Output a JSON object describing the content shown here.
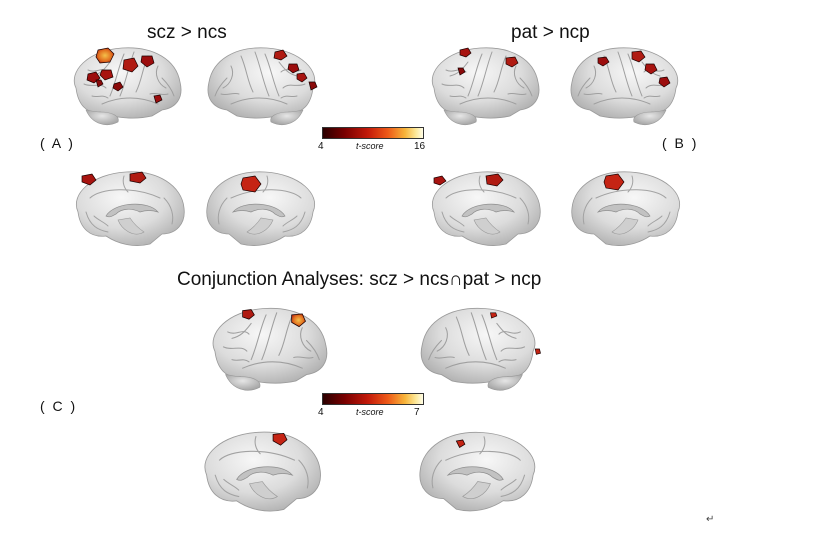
{
  "titles": {
    "a": "scz > ncs",
    "b": "pat > ncp",
    "c": "Conjunction Analyses: scz > ncs∩pat > ncp"
  },
  "panels": {
    "a": "( A )",
    "b": "( B )",
    "c": "( C )"
  },
  "colorbars": {
    "top": {
      "min": "4",
      "max": "16",
      "label": "t-score"
    },
    "bottom": {
      "min": "4",
      "max": "7",
      "label": "t-score"
    }
  },
  "paragraph_mark": "↵",
  "colors": {
    "cortex": "#d6d6d6",
    "activation_low": "#8b0a0a",
    "activation_mid": "#d8321a",
    "activation_high": "#f2a12a"
  }
}
